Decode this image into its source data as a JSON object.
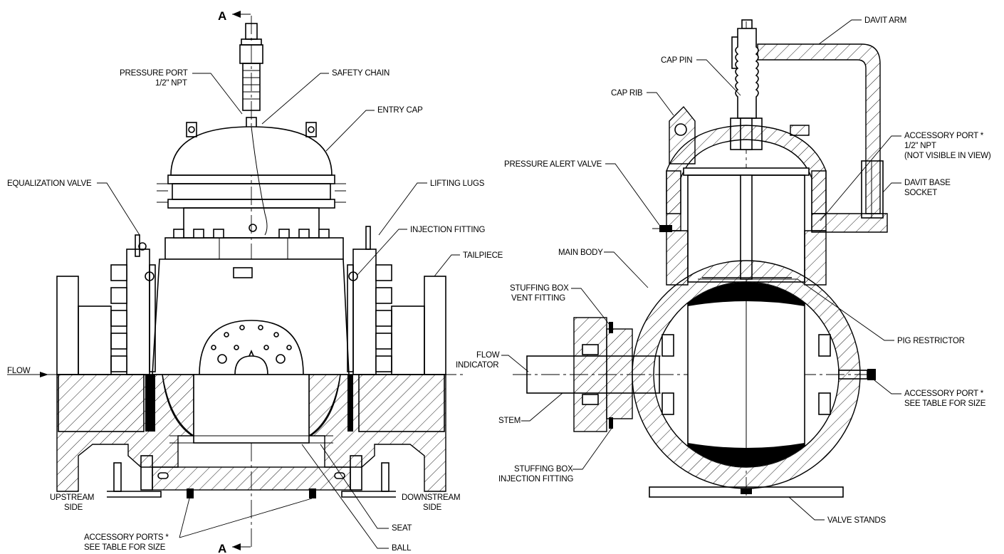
{
  "diagram": {
    "section_marker": "A",
    "left_view_labels": {
      "pressure_port": [
        "PRESSURE PORT",
        "1/2\" NPT"
      ],
      "safety_chain": "SAFETY CHAIN",
      "entry_cap": "ENTRY CAP",
      "equalization_valve": "EQUALIZATION VALVE",
      "lifting_lugs": "LIFTING LUGS",
      "injection_fitting": "INJECTION FITTING",
      "tailpiece": "TAILPIECE",
      "flow": "FLOW",
      "upstream_side": [
        "UPSTREAM",
        "SIDE"
      ],
      "downstream_side": [
        "DOWNSTREAM",
        "SIDE"
      ],
      "accessory_ports": [
        "ACCESSORY PORTS *",
        "SEE TABLE FOR SIZE"
      ],
      "seat": "SEAT",
      "ball": "BALL"
    },
    "right_view_labels": {
      "davit_arm": "DAVIT ARM",
      "cap_pin": "CAP PIN",
      "cap_rib": "CAP RIB",
      "accessory_port_top": [
        "ACCESSORY PORT *",
        "1/2\" NPT",
        "(NOT VISIBLE IN VIEW)"
      ],
      "pressure_alert_valve": "PRESSURE ALERT VALVE",
      "davit_base_socket": [
        "DAVIT BASE",
        "SOCKET"
      ],
      "main_body": "MAIN BODY",
      "stuffing_box_vent_fitting": [
        "STUFFING BOX",
        "VENT FITTING"
      ],
      "pig_restrictor": "PIG RESTRICTOR",
      "flow_indicator": [
        "FLOW",
        "INDICATOR"
      ],
      "accessory_port_side": [
        "ACCESSORY PORT *",
        "SEE TABLE FOR SIZE"
      ],
      "stem": "STEM",
      "stuffing_box_injection_fitting": [
        "STUFFING BOX",
        "INJECTION FITTING"
      ],
      "valve_stands": "VALVE STANDS"
    }
  }
}
